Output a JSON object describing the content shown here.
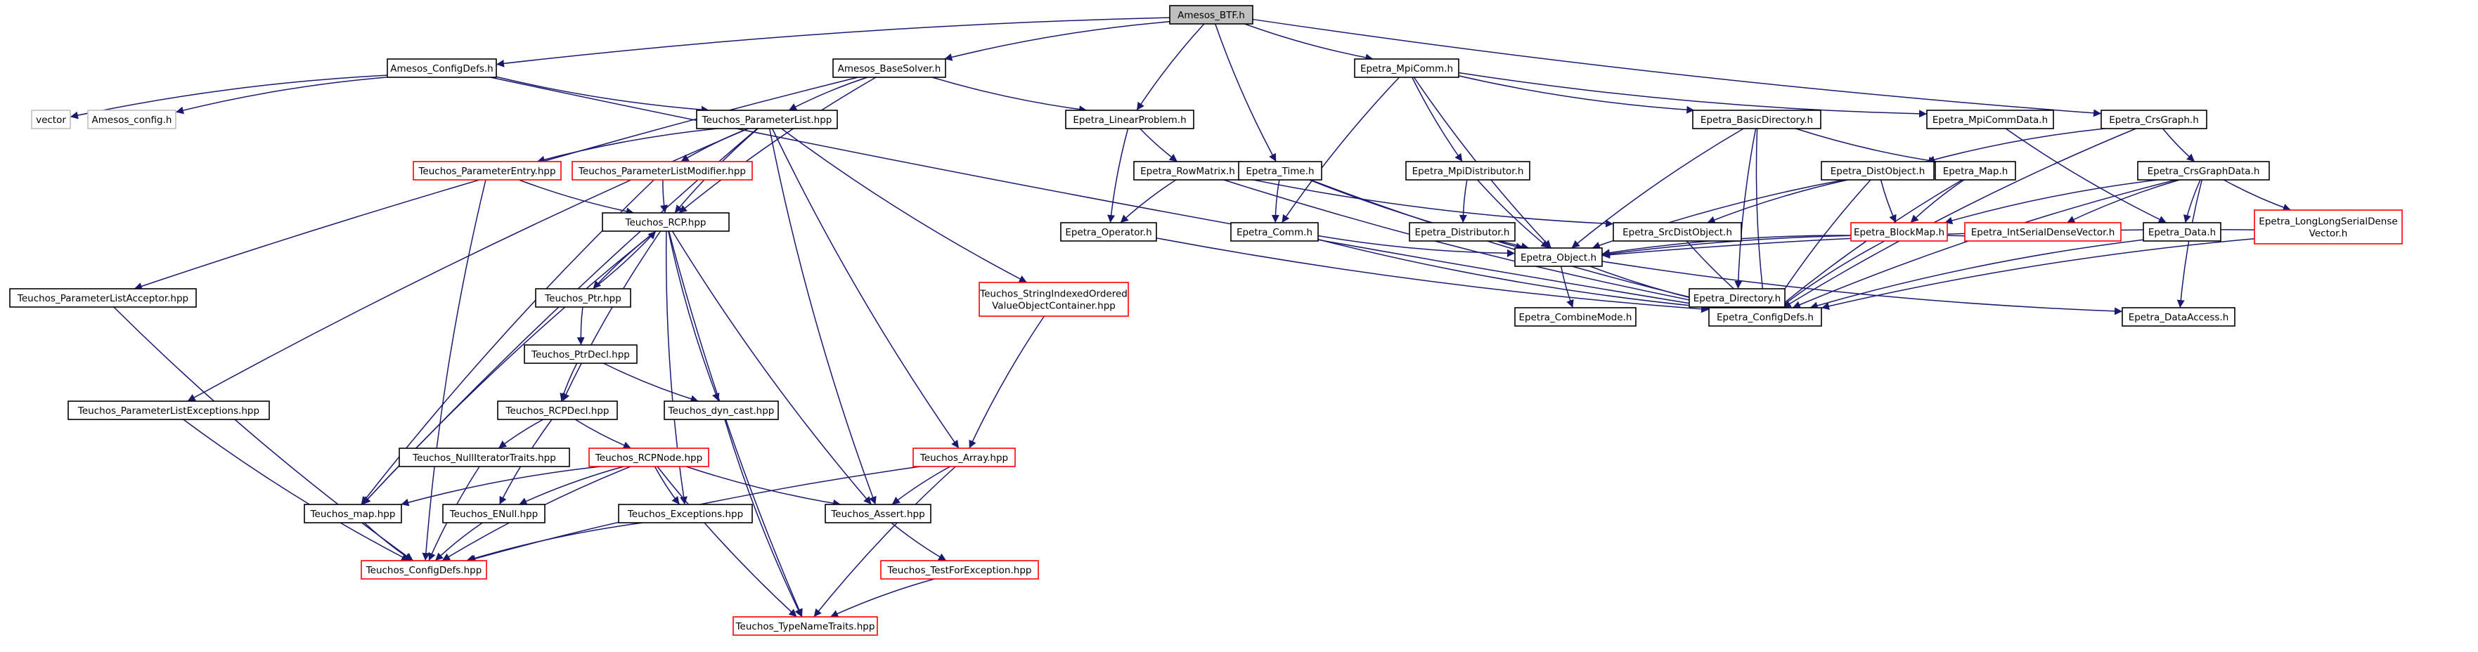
{
  "colors": {
    "edge": "#191970",
    "node_border_normal": "#000000",
    "node_border_missing": "#ff0000",
    "node_border_external": "#bfbfbf",
    "root_fill": "#bfbfbf"
  },
  "nodes": [
    {
      "id": "amesos_btf",
      "label": "Amesos_BTF.h",
      "kind": "root"
    },
    {
      "id": "amesos_configdefs",
      "label": "Amesos_ConfigDefs.h",
      "kind": "normal"
    },
    {
      "id": "vector",
      "label": "vector",
      "kind": "external"
    },
    {
      "id": "amesos_config",
      "label": "Amesos_config.h",
      "kind": "external"
    },
    {
      "id": "amesos_basesolver",
      "label": "Amesos_BaseSolver.h",
      "kind": "normal"
    },
    {
      "id": "epetra_mpicomm",
      "label": "Epetra_MpiComm.h",
      "kind": "normal"
    },
    {
      "id": "teuchos_parameterlist",
      "label": "Teuchos_ParameterList.hpp",
      "kind": "normal"
    },
    {
      "id": "epetra_linearproblem",
      "label": "Epetra_LinearProblem.h",
      "kind": "normal"
    },
    {
      "id": "epetra_basicdirectory",
      "label": "Epetra_BasicDirectory.h",
      "kind": "normal"
    },
    {
      "id": "epetra_mpicommdata",
      "label": "Epetra_MpiCommData.h",
      "kind": "normal"
    },
    {
      "id": "epetra_crsgraph",
      "label": "Epetra_CrsGraph.h",
      "kind": "normal"
    },
    {
      "id": "teuchos_parameterentry",
      "label": "Teuchos_ParameterEntry.hpp",
      "kind": "missing"
    },
    {
      "id": "teuchos_parameterlistmodifier",
      "label": "Teuchos_ParameterListModifier.hpp",
      "kind": "missing"
    },
    {
      "id": "epetra_rowmatrix",
      "label": "Epetra_RowMatrix.h",
      "kind": "normal"
    },
    {
      "id": "epetra_time",
      "label": "Epetra_Time.h",
      "kind": "normal"
    },
    {
      "id": "epetra_mpidistributor",
      "label": "Epetra_MpiDistributor.h",
      "kind": "normal"
    },
    {
      "id": "epetra_distobject",
      "label": "Epetra_DistObject.h",
      "kind": "normal"
    },
    {
      "id": "epetra_map",
      "label": "Epetra_Map.h",
      "kind": "normal"
    },
    {
      "id": "epetra_crsgraphdata",
      "label": "Epetra_CrsGraphData.h",
      "kind": "normal"
    },
    {
      "id": "teuchos_rcp",
      "label": "Teuchos_RCP.hpp",
      "kind": "normal"
    },
    {
      "id": "epetra_operator",
      "label": "Epetra_Operator.h",
      "kind": "normal"
    },
    {
      "id": "epetra_comm",
      "label": "Epetra_Comm.h",
      "kind": "normal"
    },
    {
      "id": "epetra_distributor",
      "label": "Epetra_Distributor.h",
      "kind": "normal"
    },
    {
      "id": "epetra_srcdistobject",
      "label": "Epetra_SrcDistObject.h",
      "kind": "normal"
    },
    {
      "id": "epetra_blockmap",
      "label": "Epetra_BlockMap.h",
      "kind": "missing"
    },
    {
      "id": "epetra_intserialdensevector",
      "label": "Epetra_IntSerialDenseVector.h",
      "kind": "missing"
    },
    {
      "id": "epetra_data",
      "label": "Epetra_Data.h",
      "kind": "normal"
    },
    {
      "id": "epetra_longlongserialdensevector",
      "label": [
        "Epetra_LongLongSerialDense",
        "Vector.h"
      ],
      "kind": "missing"
    },
    {
      "id": "teuchos_stringindexed",
      "label": [
        "Teuchos_StringIndexedOrdered",
        "ValueObjectContainer.hpp"
      ],
      "kind": "missing"
    },
    {
      "id": "teuchos_ptr",
      "label": "Teuchos_Ptr.hpp",
      "kind": "normal"
    },
    {
      "id": "teuchos_parameterlistacceptor",
      "label": "Teuchos_ParameterListAcceptor.hpp",
      "kind": "normal"
    },
    {
      "id": "epetra_object",
      "label": "Epetra_Object.h",
      "kind": "normal"
    },
    {
      "id": "epetra_directory",
      "label": "Epetra_Directory.h",
      "kind": "normal"
    },
    {
      "id": "epetra_configdefs",
      "label": "Epetra_ConfigDefs.h",
      "kind": "normal"
    },
    {
      "id": "epetra_dataaccess",
      "label": "Epetra_DataAccess.h",
      "kind": "normal"
    },
    {
      "id": "epetra_combinemode",
      "label": "Epetra_CombineMode.h",
      "kind": "normal"
    },
    {
      "id": "teuchos_ptrdecl",
      "label": "Teuchos_PtrDecl.hpp",
      "kind": "normal"
    },
    {
      "id": "teuchos_rcpdecl",
      "label": "Teuchos_RCPDecl.hpp",
      "kind": "normal"
    },
    {
      "id": "teuchos_dyn_cast",
      "label": "Teuchos_dyn_cast.hpp",
      "kind": "normal"
    },
    {
      "id": "teuchos_parameterlistexceptions",
      "label": "Teuchos_ParameterListExceptions.hpp",
      "kind": "normal"
    },
    {
      "id": "teuchos_nulliteratortraits",
      "label": "Teuchos_NullIteratorTraits.hpp",
      "kind": "normal"
    },
    {
      "id": "teuchos_rcpnode",
      "label": "Teuchos_RCPNode.hpp",
      "kind": "missing"
    },
    {
      "id": "teuchos_array",
      "label": "Teuchos_Array.hpp",
      "kind": "missing"
    },
    {
      "id": "teuchos_map",
      "label": "Teuchos_map.hpp",
      "kind": "normal"
    },
    {
      "id": "teuchos_enull",
      "label": "Teuchos_ENull.hpp",
      "kind": "normal"
    },
    {
      "id": "teuchos_exceptions",
      "label": "Teuchos_Exceptions.hpp",
      "kind": "normal"
    },
    {
      "id": "teuchos_assert",
      "label": "Teuchos_Assert.hpp",
      "kind": "normal"
    },
    {
      "id": "teuchos_configdefs",
      "label": "Teuchos_ConfigDefs.hpp",
      "kind": "missing"
    },
    {
      "id": "teuchos_testforexception",
      "label": "Teuchos_TestForException.hpp",
      "kind": "missing"
    },
    {
      "id": "teuchos_typenametraits",
      "label": "Teuchos_TypeNameTraits.hpp",
      "kind": "missing"
    }
  ],
  "edges": [
    [
      "amesos_btf",
      "amesos_configdefs"
    ],
    [
      "amesos_btf",
      "amesos_basesolver"
    ],
    [
      "amesos_btf",
      "epetra_linearproblem"
    ],
    [
      "amesos_btf",
      "epetra_time"
    ],
    [
      "amesos_btf",
      "epetra_mpicomm"
    ],
    [
      "amesos_btf",
      "epetra_crsgraph"
    ],
    [
      "amesos_configdefs",
      "vector"
    ],
    [
      "amesos_configdefs",
      "amesos_config"
    ],
    [
      "amesos_configdefs",
      "teuchos_parameterlist"
    ],
    [
      "amesos_configdefs",
      "epetra_configdefs"
    ],
    [
      "amesos_basesolver",
      "teuchos_parameterlistacceptor"
    ],
    [
      "amesos_basesolver",
      "teuchos_parameterlist"
    ],
    [
      "amesos_basesolver",
      "teuchos_rcp"
    ],
    [
      "amesos_basesolver",
      "epetra_linearproblem"
    ],
    [
      "teuchos_parameterlist",
      "teuchos_parameterentry"
    ],
    [
      "teuchos_parameterlist",
      "teuchos_parameterlistmodifier"
    ],
    [
      "teuchos_parameterlist",
      "teuchos_rcp"
    ],
    [
      "teuchos_parameterlist",
      "teuchos_parameterlistexceptions"
    ],
    [
      "teuchos_parameterlist",
      "teuchos_map"
    ],
    [
      "teuchos_parameterlist",
      "teuchos_stringindexed"
    ],
    [
      "teuchos_parameterlist",
      "teuchos_array"
    ],
    [
      "teuchos_parameterlist",
      "teuchos_assert"
    ],
    [
      "teuchos_parameterentry",
      "teuchos_rcp"
    ],
    [
      "teuchos_parameterentry",
      "teuchos_configdefs"
    ],
    [
      "teuchos_parameterlistmodifier",
      "teuchos_rcp"
    ],
    [
      "teuchos_parameterlistmodifier",
      "teuchos_map"
    ],
    [
      "teuchos_rcp",
      "teuchos_ptr"
    ],
    [
      "teuchos_rcp",
      "teuchos_rcpdecl"
    ],
    [
      "teuchos_rcp",
      "teuchos_dyn_cast"
    ],
    [
      "teuchos_rcp",
      "teuchos_map"
    ],
    [
      "teuchos_rcp",
      "teuchos_exceptions"
    ],
    [
      "teuchos_rcp",
      "teuchos_assert"
    ],
    [
      "teuchos_rcp",
      "teuchos_typenametraits"
    ],
    [
      "teuchos_ptr",
      "teuchos_rcp"
    ],
    [
      "teuchos_ptr",
      "teuchos_ptrdecl"
    ],
    [
      "teuchos_ptrdecl",
      "teuchos_rcpdecl"
    ],
    [
      "teuchos_ptrdecl",
      "teuchos_dyn_cast"
    ],
    [
      "teuchos_rcpdecl",
      "teuchos_nulliteratortraits"
    ],
    [
      "teuchos_rcpdecl",
      "teuchos_rcpnode"
    ],
    [
      "teuchos_rcpdecl",
      "teuchos_enull"
    ],
    [
      "teuchos_dyn_cast",
      "teuchos_typenametraits"
    ],
    [
      "teuchos_nulliteratortraits",
      "teuchos_configdefs"
    ],
    [
      "teuchos_rcpnode",
      "teuchos_map"
    ],
    [
      "teuchos_rcpnode",
      "teuchos_enull"
    ],
    [
      "teuchos_rcpnode",
      "teuchos_exceptions"
    ],
    [
      "teuchos_rcpnode",
      "teuchos_assert"
    ],
    [
      "teuchos_rcpnode",
      "teuchos_configdefs"
    ],
    [
      "teuchos_rcpnode",
      "teuchos_typenametraits"
    ],
    [
      "teuchos_map",
      "teuchos_configdefs"
    ],
    [
      "teuchos_enull",
      "teuchos_configdefs"
    ],
    [
      "teuchos_exceptions",
      "teuchos_configdefs"
    ],
    [
      "teuchos_assert",
      "teuchos_testforexception"
    ],
    [
      "teuchos_testforexception",
      "teuchos_typenametraits"
    ],
    [
      "teuchos_array",
      "teuchos_assert"
    ],
    [
      "teuchos_array",
      "teuchos_configdefs"
    ],
    [
      "teuchos_array",
      "teuchos_typenametraits"
    ],
    [
      "teuchos_stringindexed",
      "teuchos_array"
    ],
    [
      "teuchos_parameterlistacceptor",
      "teuchos_configdefs"
    ],
    [
      "teuchos_parameterlistexceptions",
      "teuchos_configdefs"
    ],
    [
      "epetra_linearproblem",
      "epetra_rowmatrix"
    ],
    [
      "epetra_linearproblem",
      "epetra_operator"
    ],
    [
      "epetra_rowmatrix",
      "epetra_operator"
    ],
    [
      "epetra_rowmatrix",
      "epetra_srcdistobject"
    ],
    [
      "epetra_rowmatrix",
      "epetra_configdefs"
    ],
    [
      "epetra_operator",
      "epetra_configdefs"
    ],
    [
      "epetra_time",
      "epetra_comm"
    ],
    [
      "epetra_time",
      "epetra_object"
    ],
    [
      "epetra_time",
      "epetra_configdefs"
    ],
    [
      "epetra_comm",
      "epetra_object"
    ],
    [
      "epetra_comm",
      "epetra_configdefs"
    ],
    [
      "epetra_mpicomm",
      "epetra_comm"
    ],
    [
      "epetra_mpicomm",
      "epetra_mpidistributor"
    ],
    [
      "epetra_mpicomm",
      "epetra_object"
    ],
    [
      "epetra_mpicomm",
      "epetra_basicdirectory"
    ],
    [
      "epetra_mpicomm",
      "epetra_mpicommdata"
    ],
    [
      "epetra_mpidistributor",
      "epetra_distributor"
    ],
    [
      "epetra_mpidistributor",
      "epetra_object"
    ],
    [
      "epetra_distributor",
      "epetra_object"
    ],
    [
      "epetra_basicdirectory",
      "epetra_object"
    ],
    [
      "epetra_basicdirectory",
      "epetra_map"
    ],
    [
      "epetra_basicdirectory",
      "epetra_directory"
    ],
    [
      "epetra_basicdirectory",
      "epetra_configdefs"
    ],
    [
      "epetra_mpicommdata",
      "epetra_data"
    ],
    [
      "epetra_directory",
      "epetra_configdefs"
    ],
    [
      "epetra_map",
      "epetra_blockmap"
    ],
    [
      "epetra_map",
      "epetra_configdefs"
    ],
    [
      "epetra_blockmap",
      "epetra_object"
    ],
    [
      "epetra_blockmap",
      "epetra_configdefs"
    ],
    [
      "epetra_crsgraph",
      "epetra_distobject"
    ],
    [
      "epetra_crsgraph",
      "epetra_crsgraphdata"
    ],
    [
      "epetra_crsgraph",
      "epetra_configdefs"
    ],
    [
      "epetra_distobject",
      "epetra_object"
    ],
    [
      "epetra_distobject",
      "epetra_srcdistobject"
    ],
    [
      "epetra_distobject",
      "epetra_blockmap"
    ],
    [
      "epetra_distobject",
      "epetra_configdefs"
    ],
    [
      "epetra_srcdistobject",
      "epetra_configdefs"
    ],
    [
      "epetra_crsgraphdata",
      "epetra_blockmap"
    ],
    [
      "epetra_crsgraphdata",
      "epetra_intserialdensevector"
    ],
    [
      "epetra_crsgraphdata",
      "epetra_data"
    ],
    [
      "epetra_crsgraphdata",
      "epetra_longlongserialdensevector"
    ],
    [
      "epetra_crsgraphdata",
      "epetra_configdefs"
    ],
    [
      "epetra_crsgraphdata",
      "epetra_dataaccess"
    ],
    [
      "epetra_intserialdensevector",
      "epetra_object"
    ],
    [
      "epetra_longlongserialdensevector",
      "epetra_object"
    ],
    [
      "epetra_longlongserialdensevector",
      "epetra_configdefs"
    ],
    [
      "epetra_data",
      "epetra_configdefs"
    ],
    [
      "epetra_object",
      "epetra_combinemode"
    ],
    [
      "epetra_object",
      "epetra_configdefs"
    ],
    [
      "epetra_object",
      "epetra_dataaccess"
    ]
  ]
}
